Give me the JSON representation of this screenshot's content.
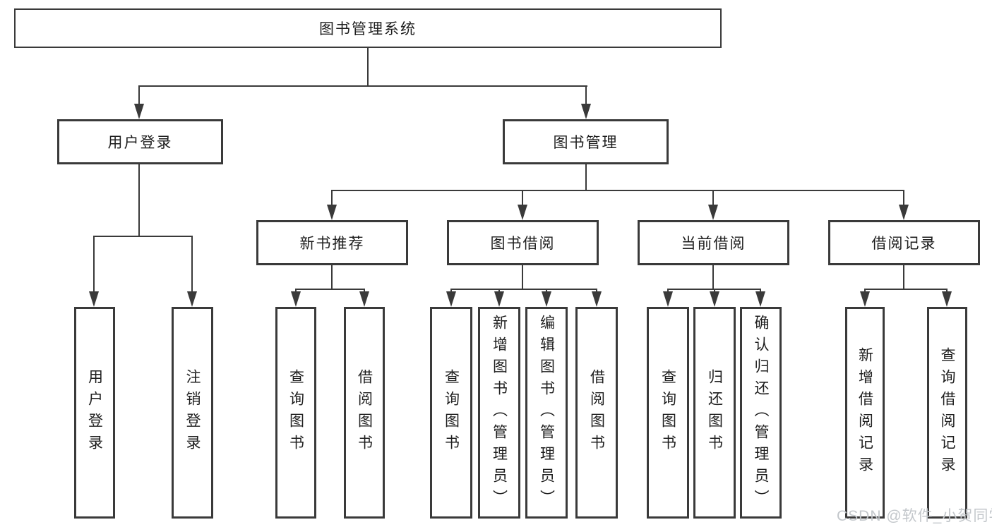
{
  "diagram": {
    "root": "图书管理系统",
    "level1": [
      "用户登录",
      "图书管理"
    ],
    "level2": [
      "新书推荐",
      "图书借阅",
      "当前借阅",
      "借阅记录"
    ],
    "login_leaves": [
      "用户登录",
      "注销登录"
    ],
    "newbook_leaves": [
      "查询图书",
      "借阅图书"
    ],
    "borrow_leaves": [
      "查询图书",
      "新增图书（管理员）",
      "编辑图书（管理员）",
      "借阅图书"
    ],
    "current_leaves": [
      "查询图书",
      "归还图书",
      "确认归还（管理员）"
    ],
    "record_leaves": [
      "新增借阅记录",
      "查询借阅记录"
    ]
  },
  "watermark": "CSDN @软件_小贺同学",
  "colors": {
    "line": "#3a3a3a",
    "text": "#1e1e1e",
    "watermark": "#c3c7cb",
    "background": "#ffffff"
  }
}
